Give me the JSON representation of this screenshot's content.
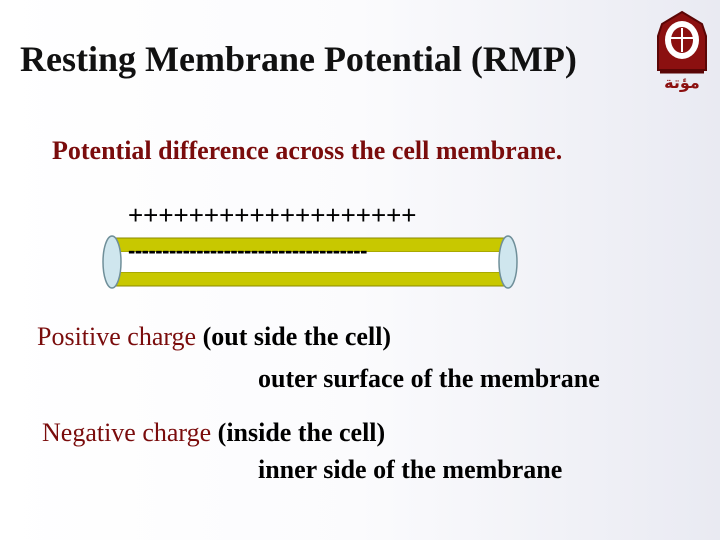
{
  "slide": {
    "title": "Resting Membrane Potential (RMP)",
    "subtitle": "Potential difference across the cell membrane."
  },
  "diagram": {
    "outer_charges": "+++++++++++++++++++",
    "inner_charges": "-----------------------------------",
    "colors": {
      "membrane": "#c8c800",
      "membrane_edge": "#8a8a00",
      "cap": "#cfe6ee"
    }
  },
  "points": [
    {
      "key": "Positive charge",
      "detail": "(out side the cell)",
      "location": "outer surface of the membrane"
    },
    {
      "key": "Negative charge",
      "detail": "(inside the cell)",
      "location": "inner side of the membrane"
    }
  ],
  "logo": {
    "text": "مؤتة"
  }
}
